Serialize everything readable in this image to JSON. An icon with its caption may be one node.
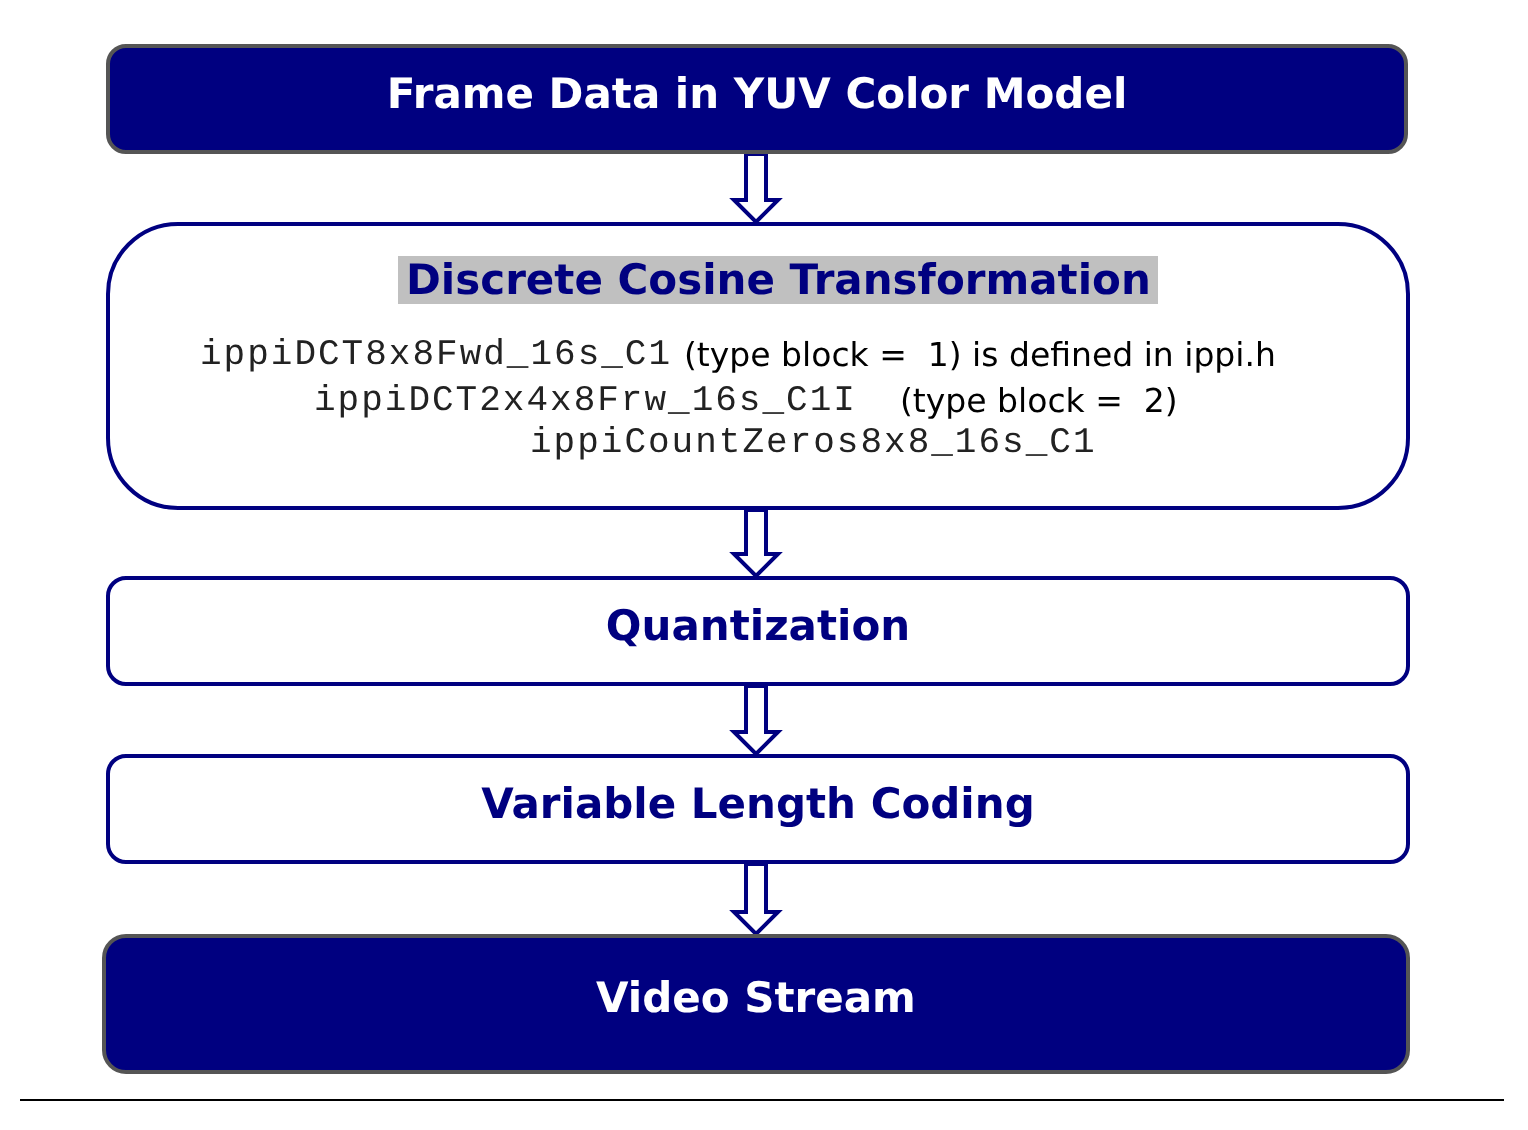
{
  "diagram": {
    "nodes": [
      {
        "text": [
          "Frame Data in YUV Color Model"
        ]
      },
      {
        "text": [
          "Discrete Cosine Transformation",
          "ippiDCT8x8Fwd_16s_C1",
          "(type block =  1) is defined in ippi.h",
          "ippiDCT2x4x8Frw_16s_C1I",
          "(type block =  2)",
          "ippiCountZeros8x8_16s_C1"
        ]
      },
      {
        "text": [
          "Quantization"
        ]
      },
      {
        "text": [
          "Variable Length Coding"
        ]
      },
      {
        "text": [
          "Video Stream"
        ]
      }
    ],
    "edges": [
      {
        "from": 0,
        "to": 1,
        "arrow": "to"
      },
      {
        "from": 1,
        "to": 2,
        "arrow": "to"
      },
      {
        "from": 2,
        "to": 3,
        "arrow": "to"
      },
      {
        "from": 3,
        "to": 4,
        "arrow": "to"
      }
    ]
  }
}
